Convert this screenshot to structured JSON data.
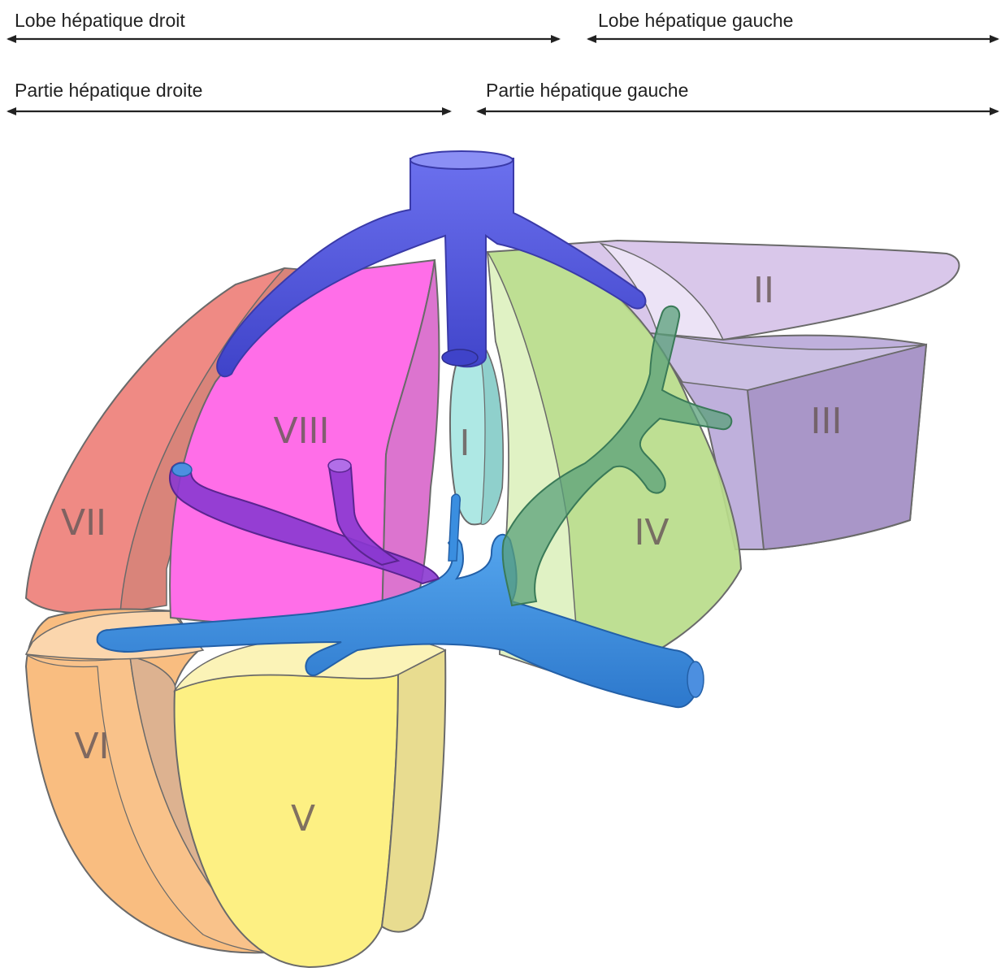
{
  "headers": {
    "lobe_right": "Lobe hépatique droit",
    "lobe_left": "Lobe hépatique gauche",
    "part_right": "Partie hépatique droite",
    "part_left": "Partie hépatique gauche"
  },
  "segments": {
    "I": "I",
    "II": "II",
    "III": "III",
    "IV": "IV",
    "V": "V",
    "VI": "VI",
    "VII": "VII",
    "VIII": "VIII"
  },
  "colors": {
    "segment_I": "#aee8e4",
    "segment_II": "#d9c7ea",
    "segment_III": "#bfb0dc",
    "segment_IV": "#b8dc8a",
    "segment_V": "#fdf083",
    "segment_VI": "#f9bd80",
    "segment_VII": "#ef8a84",
    "segment_VIII": "#ff6ee8",
    "hepatic_veins": "#5a5ee0",
    "portal_vein": "#3a8ee0"
  }
}
